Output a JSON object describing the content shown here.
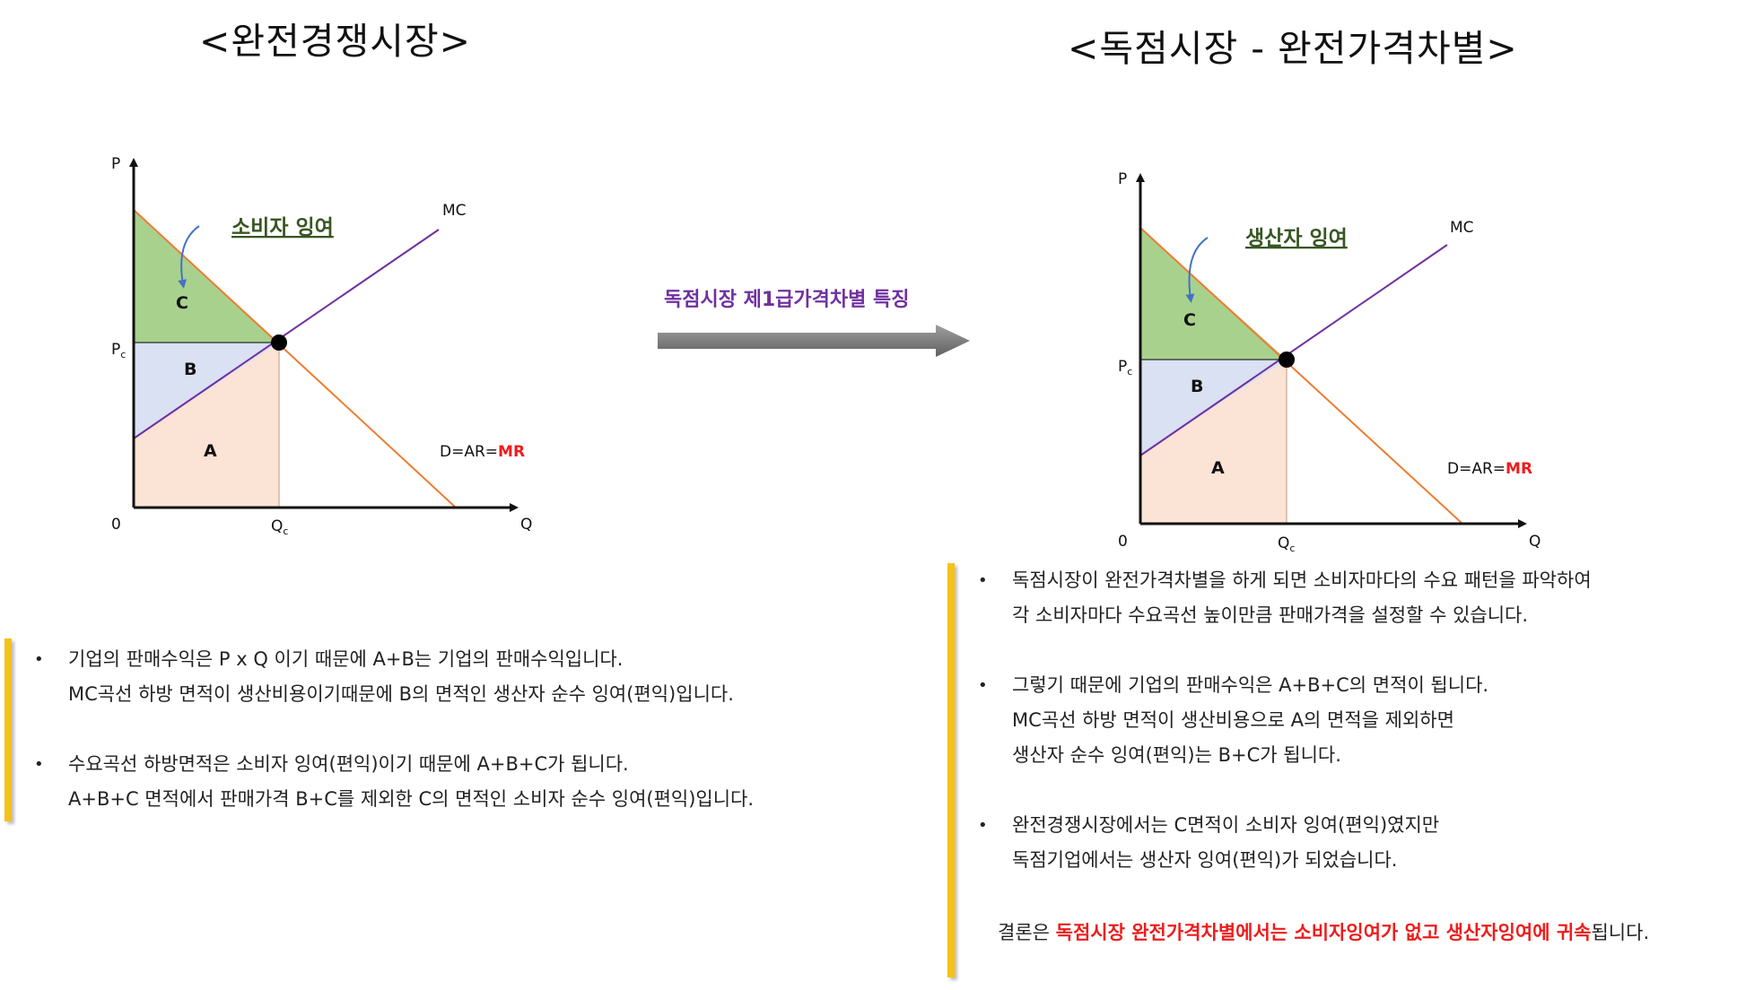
{
  "titles": {
    "left": "<완전경쟁시장>",
    "right": "<독점시장 - 완전가격차별>"
  },
  "arrow_label": "독점시장 제1급가격차별 특징",
  "diagram_labels": {
    "p_axis": "P",
    "q_axis": "Q",
    "origin": "0",
    "pc_main": "P",
    "pc_sub": "c",
    "qc_main": "Q",
    "qc_sub": "c",
    "mc": "MC",
    "demand_prefix": "D=AR=",
    "demand_mr": "MR",
    "area_a": "A",
    "area_b": "B",
    "area_c": "C"
  },
  "left_callout": "소비자 잉여",
  "right_callout": "생산자 잉여",
  "colors": {
    "area_a": "#fbe3d5",
    "area_b": "#d9e1f3",
    "area_c": "#a9d18e",
    "demand_line": "#ed7d31",
    "mc_line": "#7030a0",
    "callout_text": "#375623",
    "arrow": "#7f7f7f",
    "arrow_label": "#7030a0",
    "highlight": "#ee1c1c",
    "bar": "#f5c217"
  },
  "notes_left": [
    {
      "line1": "기업의 판매수익은 P x Q 이기 때문에 A+B는 기업의 판매수익입니다.",
      "line2": "MC곡선 하방 면적이 생산비용이기때문에 B의 면적인 생산자 순수 잉여(편익)입니다."
    },
    {
      "line1": "수요곡선 하방면적은 소비자 잉여(편익)이기 때문에 A+B+C가 됩니다.",
      "line2": "A+B+C 면적에서 판매가격 B+C를 제외한 C의 면적인 소비자 순수 잉여(편익)입니다."
    }
  ],
  "notes_right": [
    {
      "line1": "독점시장이 완전가격차별을 하게 되면 소비자마다의 수요 패턴을 파악하여",
      "line2": "각 소비자마다 수요곡선 높이만큼 판매가격을 설정할 수 있습니다."
    },
    {
      "line1": "그렇기 때문에 기업의 판매수익은 A+B+C의 면적이 됩니다.",
      "line2": "MC곡선 하방 면적이 생산비용으로 A의 면적을 제외하면",
      "line3": "생산자 순수 잉여(편익)는 B+C가 됩니다."
    },
    {
      "line1": "완전경쟁시장에서는 C면적이 소비자 잉여(편익)였지만",
      "line2": "독점기업에서는 생산자 잉여(편익)가 되었습니다."
    }
  ],
  "bullet_char": "•",
  "conclusion": {
    "prefix": "결론은 ",
    "highlight": "독점시장 완전가격차별에서는 소비자잉여가 없고 생산자잉여에 귀속",
    "suffix": "됩니다."
  }
}
